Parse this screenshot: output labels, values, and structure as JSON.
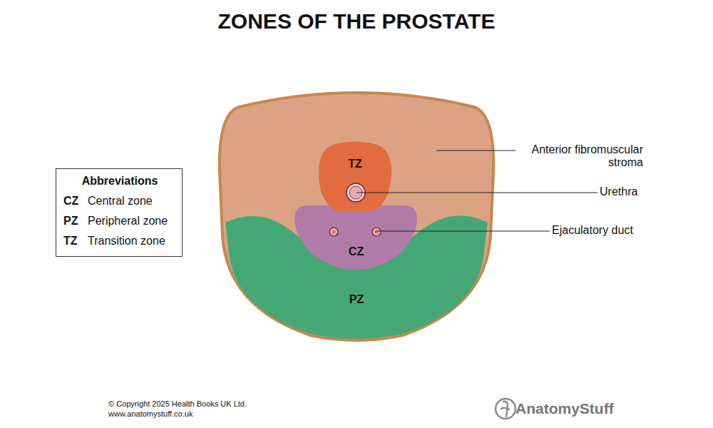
{
  "diagram": {
    "title": "ZONES OF THE PROSTATE",
    "nodes": [
      {
        "text": [
          "Abbreviations",
          "CZ",
          "Central zone",
          "PZ",
          "Peripheral zone",
          "TZ",
          "Transition zone"
        ]
      },
      {
        "text": [
          "TZ"
        ]
      },
      {
        "text": [
          "CZ"
        ]
      },
      {
        "text": [
          "PZ"
        ]
      }
    ],
    "labels": [
      "Anterior fibromuscular stroma",
      "Urethra",
      "Ejaculatory duct",
      "© Copyright 2025 Health Books UK Ltd.",
      "www.anatomystuff.co.uk",
      "AnatomyStuff"
    ]
  }
}
